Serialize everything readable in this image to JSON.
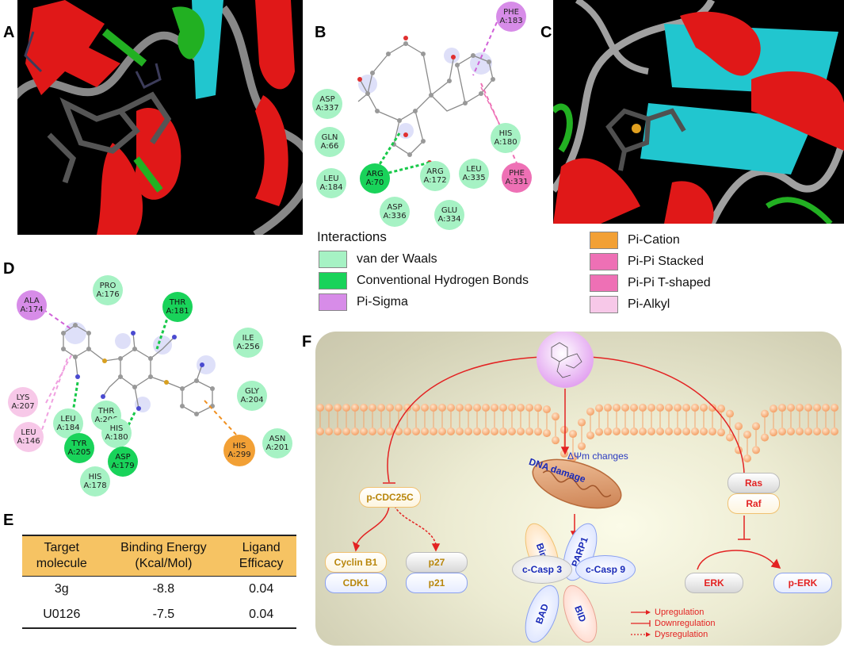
{
  "panels": {
    "a": "A",
    "b": "B",
    "c": "C",
    "d": "D",
    "e": "E",
    "f": "F"
  },
  "panel_b_residues": [
    {
      "name": "PHE",
      "num": "A:183"
    },
    {
      "name": "ASP",
      "num": "A:337"
    },
    {
      "name": "GLN",
      "num": "A:66"
    },
    {
      "name": "LEU",
      "num": "A:184"
    },
    {
      "name": "ARG",
      "num": "A:70"
    },
    {
      "name": "ARG",
      "num": "A:172"
    },
    {
      "name": "LEU",
      "num": "A:335"
    },
    {
      "name": "HIS",
      "num": "A:180"
    },
    {
      "name": "PHE",
      "num": "A:331"
    },
    {
      "name": "ASP",
      "num": "A:336"
    },
    {
      "name": "GLU",
      "num": "A:334"
    }
  ],
  "legend": {
    "title": "Interactions",
    "items": [
      {
        "label": "van der Waals",
        "color": "#a6f2c4"
      },
      {
        "label": "Conventional Hydrogen Bonds",
        "color": "#19d35a"
      },
      {
        "label": "Pi-Sigma",
        "color": "#d78ce8"
      },
      {
        "label": "Pi-Cation",
        "color": "#f2a035"
      },
      {
        "label": "Pi-Pi Stacked",
        "color": "#ee70b5"
      },
      {
        "label": "Pi-Pi T-shaped",
        "color": "#ee70b5"
      },
      {
        "label": "Pi-Alkyl",
        "color": "#f7c8e8"
      }
    ]
  },
  "panel_d_residues": [
    {
      "name": "PRO",
      "num": "A:176"
    },
    {
      "name": "ALA",
      "num": "A:174"
    },
    {
      "name": "THR",
      "num": "A:181"
    },
    {
      "name": "ILE",
      "num": "A:256"
    },
    {
      "name": "GLY",
      "num": "A:204"
    },
    {
      "name": "ASN",
      "num": "A:201"
    },
    {
      "name": "LYS",
      "num": "A:207"
    },
    {
      "name": "LEU",
      "num": "A:146"
    },
    {
      "name": "LEU",
      "num": "A:184"
    },
    {
      "name": "THR",
      "num": "A:206"
    },
    {
      "name": "HIS",
      "num": "A:180"
    },
    {
      "name": "TYR",
      "num": "A:205"
    },
    {
      "name": "ASP",
      "num": "A:179"
    },
    {
      "name": "HIS",
      "num": "A:178"
    },
    {
      "name": "HIS",
      "num": "A:299"
    }
  ],
  "table": {
    "headers": [
      [
        "Target",
        "molecule"
      ],
      [
        "Binding Energy",
        "(Kcal/Mol)"
      ],
      [
        "Ligand",
        "Efficacy"
      ]
    ],
    "rows": [
      [
        "3g",
        "-8.8",
        "0.04"
      ],
      [
        "U0126",
        "-7.5",
        "0.04"
      ]
    ]
  },
  "pathway": {
    "delta_psi": "ΔΨm changes",
    "dna": "DNA damage",
    "cdc": "p-CDC25C",
    "cyclin": "Cyclin B1",
    "cdk1": "CDK1",
    "p27": "p27",
    "p21": "p21",
    "ras": "Ras",
    "raf": "Raf",
    "erk": "ERK",
    "perk": "p-ERK",
    "bim": "Bim",
    "parp": "PARP1",
    "casp3": "c-Casp 3",
    "casp9": "c-Casp 9",
    "bad": "BAD",
    "bid": "BID",
    "key": [
      "Upregulation",
      "Downregulation",
      "Dysregulation"
    ]
  }
}
